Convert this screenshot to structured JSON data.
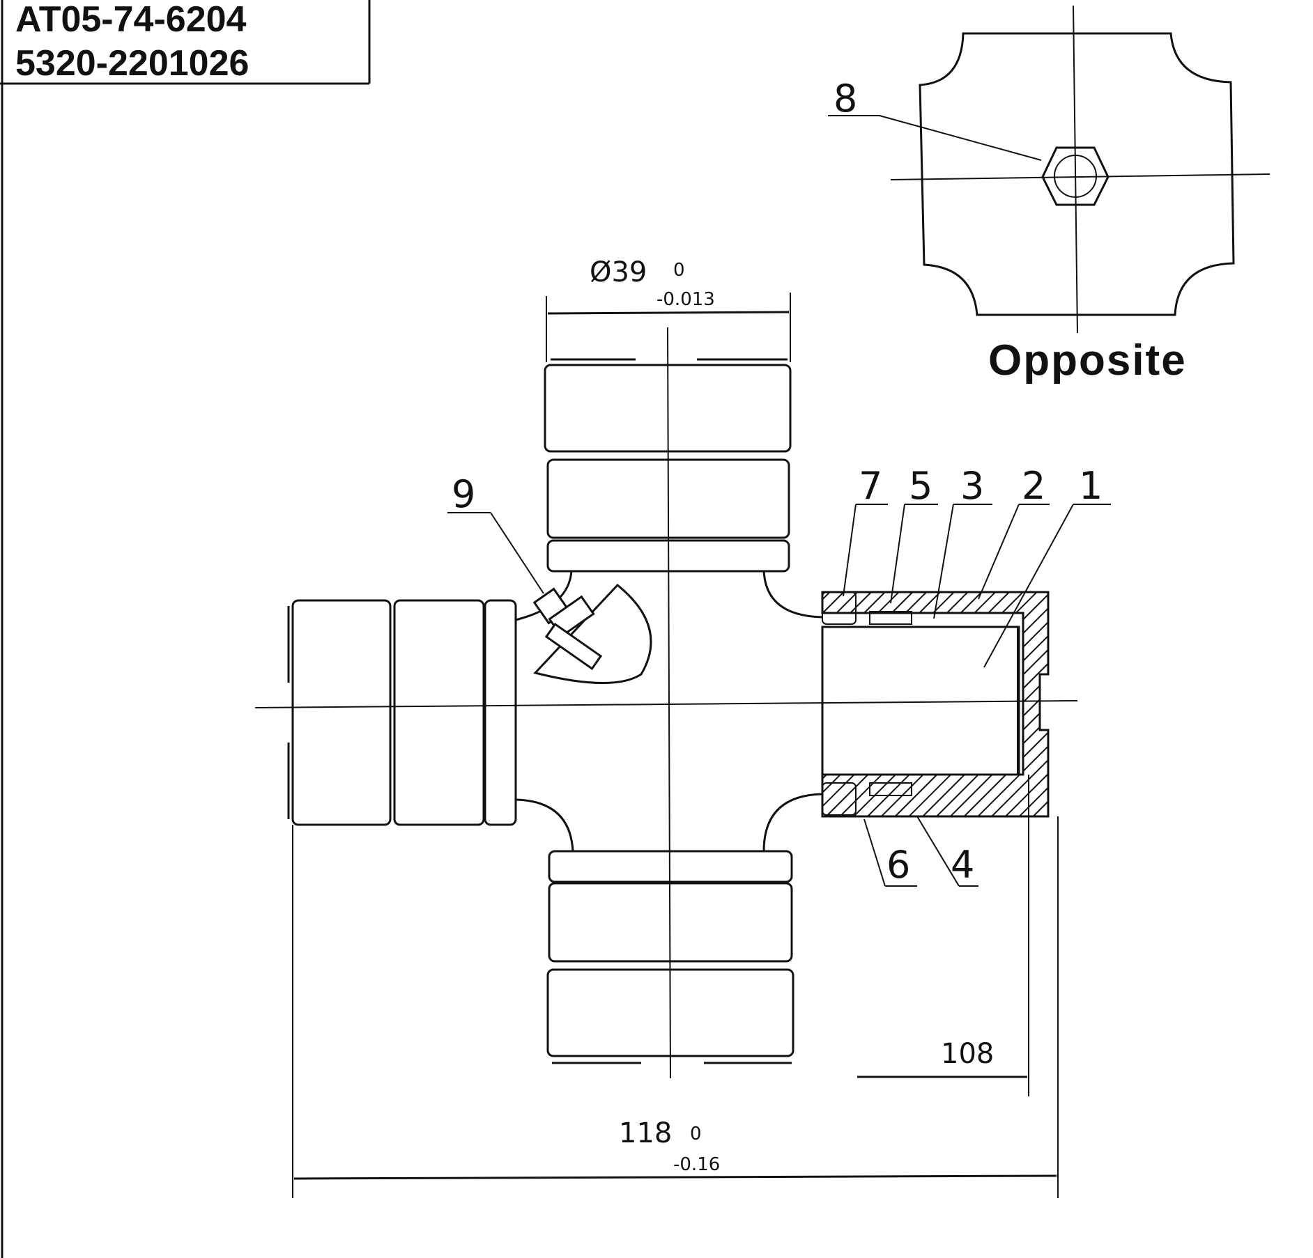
{
  "header": {
    "part_number_1": "AT05-74-6204",
    "part_number_2": "5320-2201026"
  },
  "top_view": {
    "caption": "Opposite",
    "callout_8": "8"
  },
  "dimensions": {
    "diameter_value": "Ø39",
    "diameter_upper_tol": "0",
    "diameter_lower_tol": "-0.013",
    "span_108": "108",
    "span_118_value": "118",
    "span_118_upper_tol": "0",
    "span_118_lower_tol": "-0.16"
  },
  "callouts": {
    "c1": "1",
    "c2": "2",
    "c3": "3",
    "c4": "4",
    "c5": "5",
    "c6": "6",
    "c7": "7",
    "c9": "9"
  }
}
